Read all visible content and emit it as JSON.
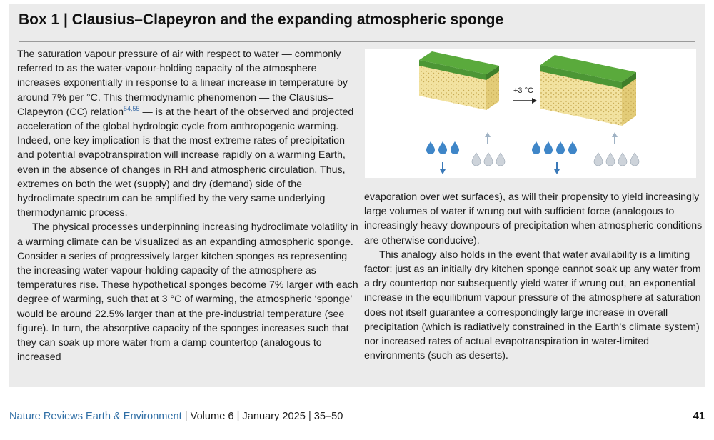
{
  "box": {
    "title": "Box 1 | Clausius–Clapeyron and the expanding atmospheric sponge"
  },
  "left_column": {
    "p1_before_ref": "The saturation vapour pressure of air with respect to water — commonly referred to as the water-vapour-holding capacity of the atmosphere — increases exponentially in response to a linear increase in temperature by around 7% per °C. This thermodynamic phenomenon — the Clausius–Clapeyron (CC) relation",
    "p1_ref": "54,55",
    "p1_after_ref": " — is at the heart of the observed and projected acceleration of the global hydrologic cycle from anthropogenic warming. Indeed, one key implication is that the most extreme rates of precipitation and potential evapotranspiration will increase rapidly on a warming Earth, even in the absence of changes in RH and atmospheric circulation. Thus, extremes on both the wet (supply) and dry (demand) side of the hydroclimate spectrum can be amplified by the very same underlying thermodynamic process.",
    "p2": "The physical processes underpinning increasing hydroclimate volatility in a warming climate can be visualized as an expanding atmospheric sponge. Consider a series of progressively larger kitchen sponges as representing the increasing water-vapour-holding capacity of the atmosphere as temperatures rise. These hypothetical sponges become 7% larger with each degree of warming, such that at 3 °C of warming, the atmospheric ‘sponge’ would be around 22.5% larger than at the pre-industrial temperature (see figure). In turn, the absorptive capacity of the sponges increases such that they can soak up more water from a damp countertop (analogous to increased"
  },
  "right_column": {
    "p1": "evaporation over wet surfaces), as will their propensity to yield increasingly large volumes of water if wrung out with sufficient force (analogous to increasingly heavy downpours of precipitation when atmospheric conditions are otherwise conducive).",
    "p2": "This analogy also holds in the event that water availability is a limiting factor: just as an initially dry kitchen sponge cannot soak up any water from a dry countertop nor subsequently yield water if wrung out, an exponential increase in the equilibrium vapour pressure of the atmosphere at saturation does not itself guarantee a correspondingly large increase in overall precipitation (which is radiatively constrained in the Earth’s climate system) nor increased rates of actual evapotranspiration in water-limited environments (such as deserts)."
  },
  "figure": {
    "warming_label": "+3 °C",
    "colors": {
      "sponge_top": "#5aaa3c",
      "sponge_top_dark": "#3f7f2a",
      "sponge_body": "#f2e2a0",
      "sponge_side": "#e3cc78",
      "sponge_pores": "#c9ac55",
      "drop_blue": "#3f86c8",
      "drop_grey": "#cdd3da",
      "arrow_blue": "#3a79b8",
      "arrow_grey": "#9fb2c4"
    }
  },
  "footer": {
    "journal": "Nature Reviews Earth & Environment",
    "volume": "Volume 6",
    "date": "January 2025",
    "pages": "35–50",
    "separator": "|",
    "page_number": "41"
  }
}
